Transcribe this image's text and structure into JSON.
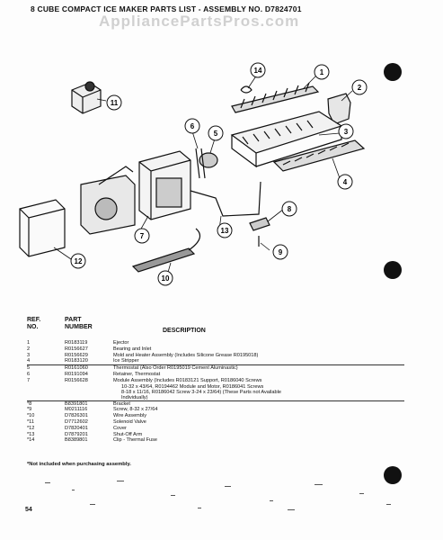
{
  "header": {
    "title": "8 CUBE COMPACT ICE MAKER PARTS LIST - ASSEMBLY NO. D7824701",
    "watermark": "AppliancePartsPros.com"
  },
  "callouts": [
    "1",
    "2",
    "3",
    "4",
    "5",
    "6",
    "7",
    "8",
    "9",
    "10",
    "11",
    "12",
    "13",
    "14"
  ],
  "table": {
    "col_ref": "REF. NO.",
    "col_part": "PART NUMBER",
    "col_desc": "DESCRIPTION",
    "rows": [
      {
        "ref": "1",
        "part": "R0183119",
        "desc": "Ejector"
      },
      {
        "ref": "2",
        "part": "R0156627",
        "desc": "Bearing and Inlet"
      },
      {
        "ref": "3",
        "part": "R0156629",
        "desc": "Mold and Heater Assembly (Includes Silicone Grease R0195018)"
      },
      {
        "ref": "4",
        "part": "R0183120",
        "desc": "Ice Stripper"
      },
      {
        "ref": "5",
        "part": "R0161060",
        "desc": "Thermostat (Also Order R0195019 Cement Aluminastic)"
      },
      {
        "ref": "6",
        "part": "R0191094",
        "desc": "Retainer, Thermostat"
      },
      {
        "ref": "7",
        "part": "R0156628",
        "desc": "Module Assembly (Includes R0183121 Support, R0186040 Screws"
      },
      {
        "ref": "",
        "part": "",
        "desc": "10-32 x 43/64, R0194462 Module and Motor, R0186041 Screws"
      },
      {
        "ref": "",
        "part": "",
        "desc": "8-18 x 11/16, R0186042 Screw 3-24 x 23/64) (These Parts not Available"
      },
      {
        "ref": "",
        "part": "",
        "desc": "Individually)"
      },
      {
        "ref": "*8",
        "part": "B8391801",
        "desc": "Bracket"
      },
      {
        "ref": "*9",
        "part": "M0211116",
        "desc": "Screw, 8-32 x 27/64"
      },
      {
        "ref": "*10",
        "part": "D7826301",
        "desc": "Wire Assembly"
      },
      {
        "ref": "*11",
        "part": "D7712602",
        "desc": "Solenoid Valve"
      },
      {
        "ref": "*12",
        "part": "D7820401",
        "desc": "Cover"
      },
      {
        "ref": "*13",
        "part": "D7879201",
        "desc": "Shut-Off Arm"
      },
      {
        "ref": "*14",
        "part": "B8389801",
        "desc": "Clip - Thermal Fuse"
      }
    ]
  },
  "footnote": "*Not included when purchasing assembly.",
  "page_number": "54"
}
